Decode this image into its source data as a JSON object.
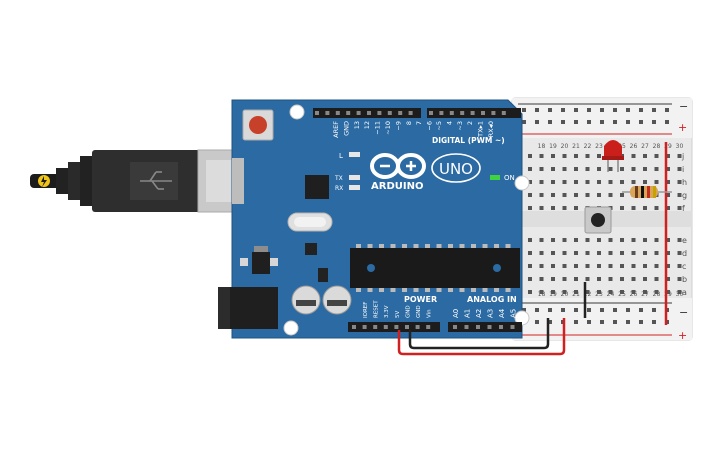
{
  "board": {
    "brand": "ARDUINO",
    "model": "UNO",
    "digital_header_label": "DIGITAL (PWM ~)",
    "power_label": "POWER",
    "analog_label": "ANALOG IN",
    "led_on_label": "ON",
    "led_l_label": "L",
    "led_tx_label": "TX",
    "led_rx_label": "RX",
    "digital_pins": [
      "AREF",
      "GND",
      "13",
      "12",
      "~11",
      "~10",
      "~9",
      "8",
      "7",
      "~6",
      "~5",
      "4",
      "~3",
      "2",
      "TX▸1",
      "RX◂0"
    ],
    "power_pins": [
      "IOREF",
      "RESET",
      "3.3V",
      "5V",
      "GND",
      "GND",
      "Vin"
    ],
    "analog_pins": [
      "A0",
      "A1",
      "A2",
      "A3",
      "A4",
      "A5"
    ]
  },
  "breadboard": {
    "column_numbers": [
      "18",
      "19",
      "20",
      "21",
      "22",
      "23",
      "24",
      "25",
      "26",
      "27",
      "28",
      "29",
      "30"
    ],
    "row_letters_top": [
      "j",
      "i",
      "h",
      "g",
      "f"
    ],
    "row_letters_bottom": [
      "e",
      "d",
      "c",
      "b",
      "a"
    ],
    "rail_minus": "−",
    "rail_plus": "+"
  },
  "colors": {
    "board_blue": "#2b6aa2",
    "wire_red": "#d12020",
    "wire_black": "#222222",
    "led_red": "#c9201c",
    "breadboard": "#ececec"
  }
}
